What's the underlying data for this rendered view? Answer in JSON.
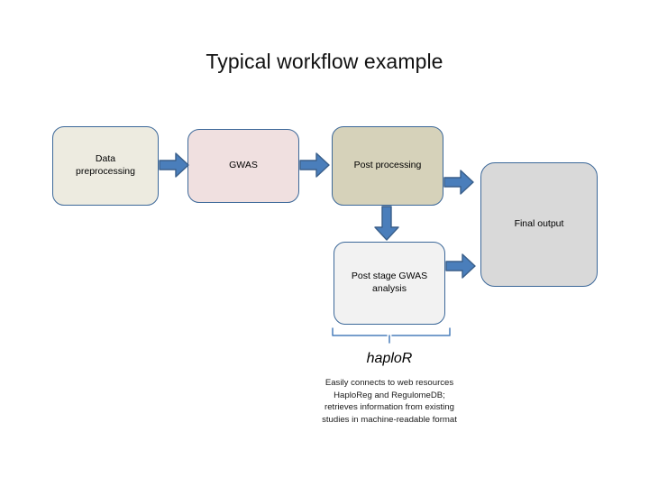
{
  "slide": {
    "title": "Typical workflow example",
    "background_color": "#FFFFFF"
  },
  "palette": {
    "node_border": "#3C6899",
    "arrow_fill": "#4A7EBB",
    "arrow_stroke": "#3A5F8A",
    "brace_stroke": "#4A7EBB",
    "text": "#000000"
  },
  "nodes": [
    {
      "id": "preprocessing",
      "label": "Data\npreprocessing",
      "fill": "#EDEBE0"
    },
    {
      "id": "gwas",
      "label": "GWAS",
      "fill": "#F0E0E0"
    },
    {
      "id": "postprocessing",
      "label": "Post processing",
      "fill": "#D6D2BA"
    },
    {
      "id": "poststage",
      "label": "Post stage GWAS\nanalysis",
      "fill": "#F2F2F2"
    },
    {
      "id": "finaloutput",
      "label": "Final output",
      "fill": "#D9D9D9"
    }
  ],
  "arrows": [
    {
      "id": "pre-to-gwas",
      "direction": "right"
    },
    {
      "id": "gwas-to-post",
      "direction": "right"
    },
    {
      "id": "post-to-final",
      "direction": "right"
    },
    {
      "id": "stage-to-final",
      "direction": "right"
    },
    {
      "id": "post-down",
      "direction": "down"
    }
  ],
  "annotation": {
    "brace_label": "haploR",
    "caption": "Easily connects to web resources HaploReg and RegulomeDB; retrieves information from existing studies in machine-readable format"
  }
}
